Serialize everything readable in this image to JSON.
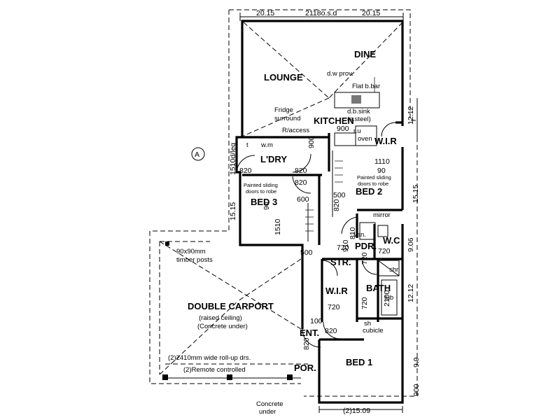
{
  "circle_label": "A",
  "top_dims": {
    "left": "20.15",
    "mid": "2118o.s.d",
    "right": "20.15"
  },
  "rooms": {
    "lounge": "LOUNGE",
    "dine": "DINE",
    "kitchen": "KITCHEN",
    "laundry": "L'DRY",
    "bed2": "BED 2",
    "bed3": "BED 3",
    "bed1": "BED 1",
    "wir_upper": "W.I.R",
    "wir_lower": "W.I.R",
    "pdr": "PDR.",
    "wc": "W.C",
    "str": "STR.",
    "bath": "BATH",
    "ent": "ENT.",
    "por": "POR.",
    "carport": "DOUBLE CARPORT"
  },
  "notes": {
    "dw_prov": "d.w prov.",
    "flat_bar": "Flat b.bar",
    "db_sink": "d.b.sink",
    "s_steel": "(s.steel)",
    "fridge": "Fridge",
    "surround": "surround",
    "r_access": "R/access",
    "wm": "w.m",
    "tub": "t",
    "oven": "oven",
    "ru": "r.u",
    "sliding_robe_b2_1": "Painted sliding",
    "sliding_robe_b2_2": "doors to robe",
    "sliding_robe_b3_1": "Painted sliding",
    "sliding_robe_b3_2": "doors to robe",
    "mirror": "mirror",
    "van": "van.",
    "shr": "shr.",
    "tub_bath": "tub",
    "sh_cubicle_1": "sh",
    "sh_cubicle_2": "cubicle",
    "timber_posts_1": "90x90mm",
    "timber_posts_2": "timber posts",
    "carport_sub1": "(raised ceiling)",
    "carport_sub2": "(Concrete under)",
    "rollup": "(2)2410mm wide roll-up drs.",
    "remote": "(2)Remote controlled",
    "concrete_1": "Concrete",
    "concrete_2": "under"
  },
  "dims": {
    "d1510": "1510d/leg",
    "d820_ldry_l": "820",
    "d820_ldry_r": "820",
    "d820_bed3": "820",
    "d820_bed2": "820",
    "d820_ent": "820",
    "d820_hall": "820",
    "d900_ldry": "900",
    "d900_kit": "900",
    "d600": "600",
    "d500_a": "500",
    "d500_b": "500",
    "d90_a": "90",
    "d90_b": "90",
    "d1110": "1110",
    "d1510_bed3": "1510",
    "d720_a": "720",
    "d720_b": "720",
    "d720_c": "720",
    "d720_d": "720",
    "d720_e": "720",
    "d910": "910",
    "d810": "810",
    "d100": "100",
    "d2100": "2100",
    "d15_15_left": "15.15",
    "d15_15_right": "15.15",
    "d12_12_a": "12.12",
    "d12_12_b": "12.12",
    "d9_06": "9.06",
    "d9_9": "9.9",
    "d900_right": "900",
    "bottom": "(2)15.09"
  }
}
